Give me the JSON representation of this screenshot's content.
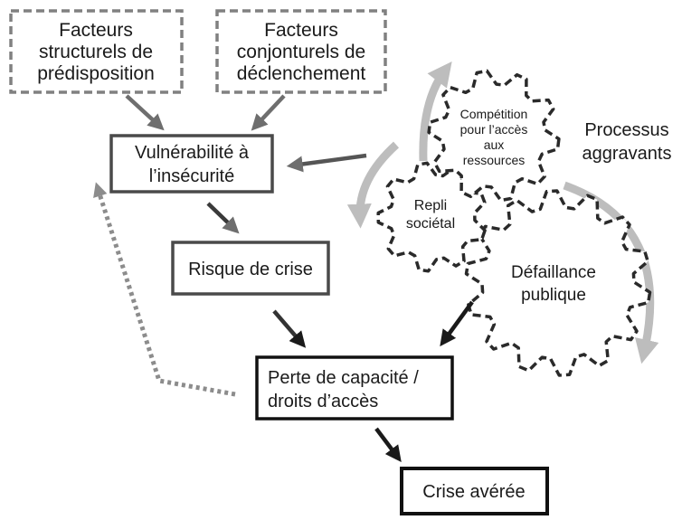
{
  "boxes": {
    "structural_factors": [
      "Facteurs",
      "structurels de",
      "prédisposition"
    ],
    "conjunctural_factors": [
      "Facteurs",
      "conjonturels de",
      "déclenchement"
    ],
    "vulnerability": [
      "Vulnérabilité à",
      "l’insécurité"
    ],
    "crisis_risk": [
      "Risque de crise"
    ],
    "capacity_loss": [
      "Perte de capacité /",
      "droits d’accès"
    ],
    "crisis": [
      "Crise avérée"
    ]
  },
  "gears": {
    "competition": [
      "Compétition",
      "pour l’accès",
      "aux",
      "ressources"
    ],
    "repli": [
      "Repli",
      "sociétal"
    ],
    "defaillance": [
      "Défaillance",
      "publique"
    ]
  },
  "processes_label": [
    "Processus",
    "aggravants"
  ],
  "colors": {
    "dashed_box": "#808080",
    "solid_box_dark": "#4a4a4a",
    "solid_box_black": "#111111",
    "arrow_grey": "#6e6e6e",
    "arrow_black": "#1a1a1a",
    "curved_arrow": "#bdbdbd",
    "gear_stroke": "#2a2a2a",
    "dotted_feedback": "#8c8c8c"
  }
}
